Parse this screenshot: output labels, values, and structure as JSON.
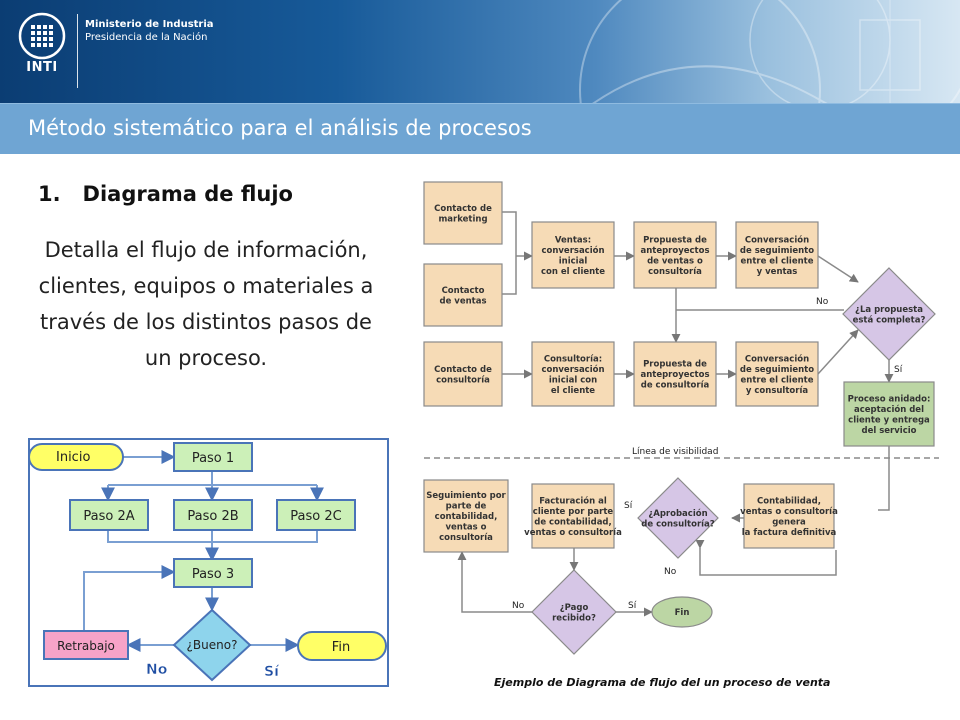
{
  "header": {
    "logo_text": "INTI",
    "ministry_line1": "Ministerio de Industria",
    "ministry_line2": "Presidencia de la Nación"
  },
  "title": "Método sistemático para el análisis de procesos",
  "section": {
    "number": "1.",
    "heading": "Diagrama de flujo",
    "description": "Detalla el flujo de información, clientes, equipos o materiales a través de los distintos pasos de un proceso."
  },
  "simple_flow": {
    "inicio": "Inicio",
    "paso1": "Paso 1",
    "paso2a": "Paso 2A",
    "paso2b": "Paso 2B",
    "paso2c": "Paso 2C",
    "paso3": "Paso 3",
    "bueno": "¿Bueno?",
    "retrabajo": "Retrabajo",
    "fin": "Fin",
    "no": "No",
    "si": "Sí"
  },
  "sales_flow": {
    "contacto_marketing": [
      "Contacto de",
      "marketing"
    ],
    "contacto_ventas": [
      "Contacto",
      "de ventas"
    ],
    "contacto_consultoria": [
      "Contacto de",
      "consultoría"
    ],
    "ventas_conv": [
      "Ventas:",
      "conversación",
      "inicial",
      "con el cliente"
    ],
    "propuesta_ventas": [
      "Propuesta de",
      "anteproyectos",
      "de ventas o",
      "consultoría"
    ],
    "seguimiento_ventas": [
      "Conversación",
      "de seguimiento",
      "entre el cliente",
      "y ventas"
    ],
    "consultoria_conv": [
      "Consultoría:",
      "conversación",
      "inicial con",
      "el cliente"
    ],
    "propuesta_consultoria": [
      "Propuesta de",
      "anteproyectos",
      "de consultoría"
    ],
    "seguimiento_consultoria": [
      "Conversación",
      "de seguimiento",
      "entre el cliente",
      "y consultoría"
    ],
    "propuesta_completa": [
      "¿La propuesta",
      "está completa?"
    ],
    "proceso_anidado": [
      "Proceso anidado:",
      "aceptación del",
      "cliente y entrega",
      "del servicio"
    ],
    "linea_visibilidad": "Línea de visibilidad",
    "seguimiento_final": [
      "Seguimiento por",
      "parte de",
      "contabilidad,",
      "ventas o",
      "consultoría"
    ],
    "facturacion": [
      "Facturación al",
      "cliente por parte",
      "de contabilidad,",
      "ventas o consultoría"
    ],
    "aprobacion": [
      "¿Aprobación",
      "de consultoría?"
    ],
    "contabilidad": [
      "Contabilidad,",
      "ventas o consultoría",
      "genera",
      "la factura definitiva"
    ],
    "pago": [
      "¿Pago",
      "recibido?"
    ],
    "fin": "Fin",
    "no": "No",
    "si": "Sí",
    "caption": "Ejemplo de Diagrama de flujo del un proceso de venta"
  }
}
